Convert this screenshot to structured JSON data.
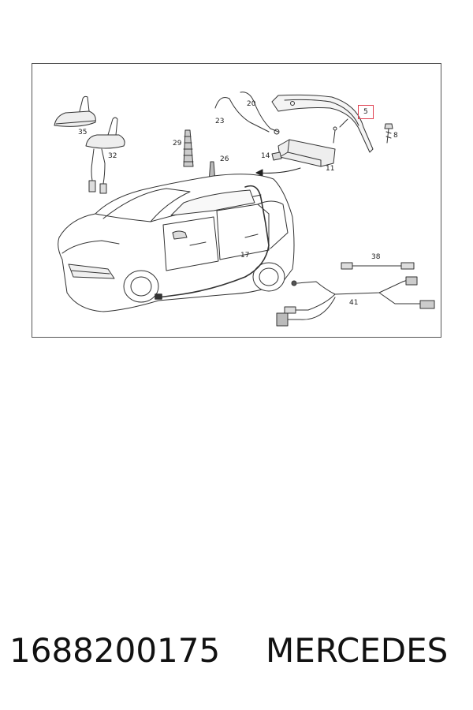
{
  "diagram": {
    "labels": {
      "l35": "35",
      "l32": "32",
      "l29": "29",
      "l26": "26",
      "l23": "23",
      "l20": "20",
      "l5": "5",
      "l8": "8",
      "l14": "14",
      "l11": "11",
      "l17": "17",
      "l38": "38",
      "l41": "41"
    },
    "highlighted_part": "5",
    "highlight_color": "#e04050"
  },
  "caption": {
    "part_number": "1688200175",
    "brand": "MERCEDES"
  }
}
